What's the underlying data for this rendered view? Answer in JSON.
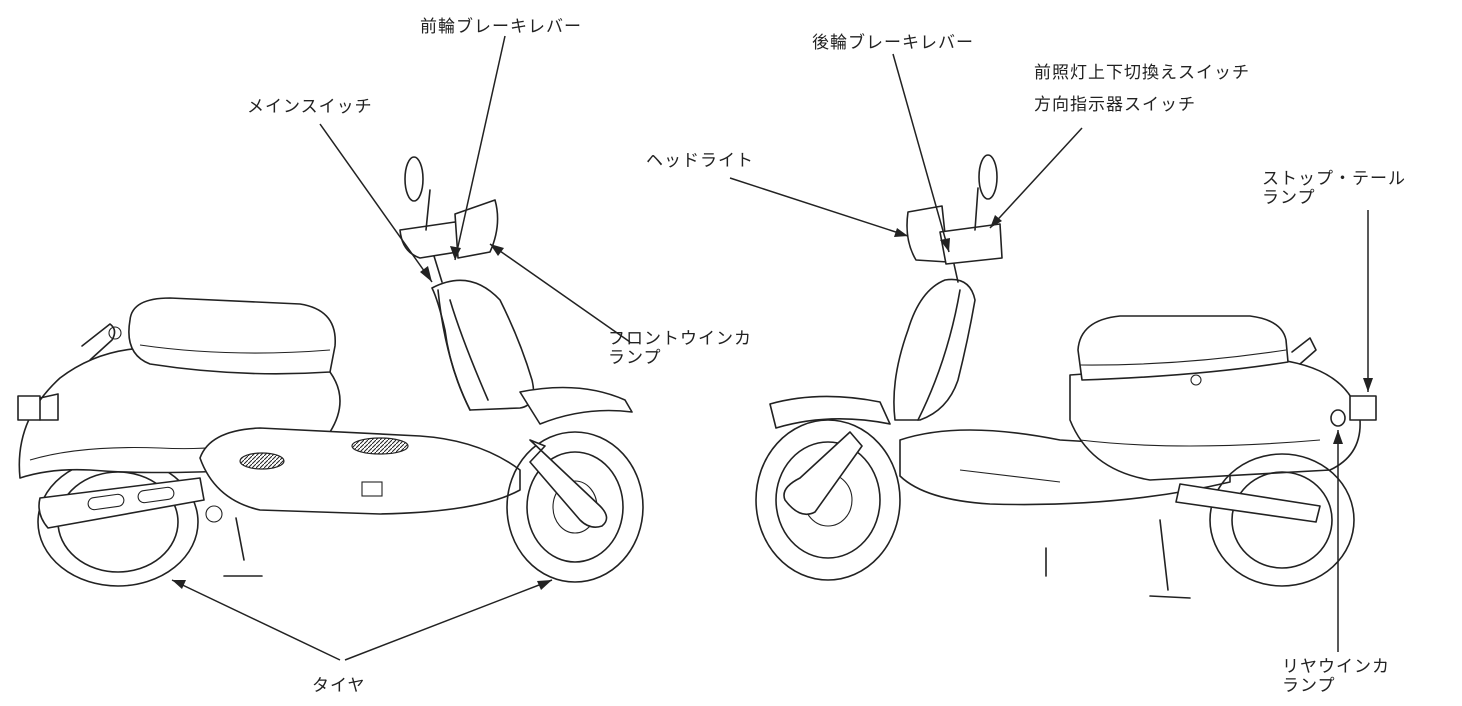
{
  "labels": {
    "front_brake_lever": "前輪ブレーキレバー",
    "main_switch": "メインスイッチ",
    "front_turn_lamp_line1": "フロントウインカ",
    "front_turn_lamp_line2": "ランプ",
    "tire": "タイヤ",
    "rear_brake_lever": "後輪ブレーキレバー",
    "dimmer_switch": "前照灯上下切換えスイッチ",
    "turn_signal_switch": "方向指示器スイッチ",
    "headlight": "ヘッドライト",
    "stop_tail_lamp_line1": "ストップ・テール",
    "stop_tail_lamp_line2": "ランプ",
    "rear_turn_lamp_line1": "リヤウインカ",
    "rear_turn_lamp_line2": "ランプ"
  },
  "colors": {
    "line": "#222222",
    "background": "#ffffff"
  }
}
